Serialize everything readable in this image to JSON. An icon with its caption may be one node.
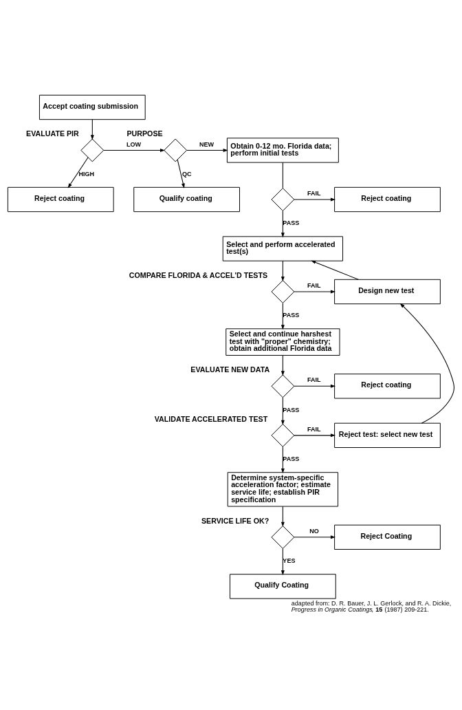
{
  "diagram": {
    "caption": "adapted from: D. R. Bauer, J. L. Gerlock, and R. A. Dickie, *Progress in Organic Coatings*, **15** (1987) 209-221.",
    "nodes": [
      {
        "text": [
          "Accept coating submission"
        ]
      },
      {
        "text": [],
        "shape": "diamond",
        "beside": [
          "EVALUATE PIR"
        ]
      },
      {
        "text": [],
        "shape": "diamond",
        "beside": [
          "PURPOSE"
        ]
      },
      {
        "text": [
          "Obtain 0-12 mo. Florida data; perform initial tests"
        ]
      },
      {
        "text": [
          "Reject coating"
        ]
      },
      {
        "text": [
          "Qualify coating"
        ]
      },
      {
        "text": [],
        "shape": "diamond"
      },
      {
        "text": [
          "Reject coating"
        ]
      },
      {
        "text": [
          "Select and perform accelerated test(s)"
        ]
      },
      {
        "text": [],
        "shape": "diamond",
        "beside": [
          "COMPARE FLORIDA & ACCEL'D TESTS"
        ]
      },
      {
        "text": [
          "Design new test"
        ]
      },
      {
        "text": [
          "Select and continue harshest test with \"proper\" chemistry; obtain additional Florida data"
        ]
      },
      {
        "text": [],
        "shape": "diamond",
        "beside": [
          "EVALUATE NEW DATA"
        ]
      },
      {
        "text": [
          "Reject coating"
        ]
      },
      {
        "text": [],
        "shape": "diamond",
        "beside": [
          "VALIDATE ACCELERATED TEST"
        ]
      },
      {
        "text": [
          "Reject test: select new test"
        ]
      },
      {
        "text": [
          "Determine system-specific acceleration factor; estimate service life; establish PIR specification"
        ]
      },
      {
        "text": [],
        "shape": "diamond",
        "beside": [
          "SERVICE LIFE OK?"
        ]
      },
      {
        "text": [
          "Reject Coating"
        ]
      },
      {
        "text": [
          "Qualify Coating"
        ]
      }
    ],
    "edges": [
      {
        "from": 0,
        "to": 1,
        "arrow": "to"
      },
      {
        "from": 1,
        "to": 2,
        "arrow": "to",
        "label": "LOW"
      },
      {
        "from": 1,
        "to": 4,
        "arrow": "to",
        "label": "HIGH"
      },
      {
        "from": 2,
        "to": 3,
        "arrow": "to",
        "label": "NEW"
      },
      {
        "from": 2,
        "to": 5,
        "arrow": "to",
        "label": "QC"
      },
      {
        "from": 3,
        "to": 6,
        "arrow": "none"
      },
      {
        "from": 6,
        "to": 7,
        "arrow": "to",
        "label": "FAIL"
      },
      {
        "from": 6,
        "to": 8,
        "arrow": "to",
        "label": "PASS"
      },
      {
        "from": 8,
        "to": 9,
        "arrow": "to"
      },
      {
        "from": 9,
        "to": 10,
        "arrow": "to",
        "label": "FAIL"
      },
      {
        "from": 9,
        "to": 11,
        "arrow": "to",
        "label": "PASS"
      },
      {
        "from": 10,
        "to": 8,
        "arrow": "to"
      },
      {
        "from": 11,
        "to": 12,
        "arrow": "to"
      },
      {
        "from": 12,
        "to": 13,
        "arrow": "to",
        "label": "FAIL"
      },
      {
        "from": 12,
        "to": 14,
        "arrow": "to",
        "label": "PASS"
      },
      {
        "from": 14,
        "to": 15,
        "arrow": "to",
        "label": "FAIL"
      },
      {
        "from": 15,
        "to": 10,
        "arrow": "to"
      },
      {
        "from": 14,
        "to": 16,
        "arrow": "to",
        "label": "PASS"
      },
      {
        "from": 16,
        "to": 17,
        "arrow": "to"
      },
      {
        "from": 17,
        "to": 18,
        "arrow": "to",
        "label": "NO"
      },
      {
        "from": 17,
        "to": 19,
        "arrow": "to",
        "label": "YES"
      }
    ]
  }
}
